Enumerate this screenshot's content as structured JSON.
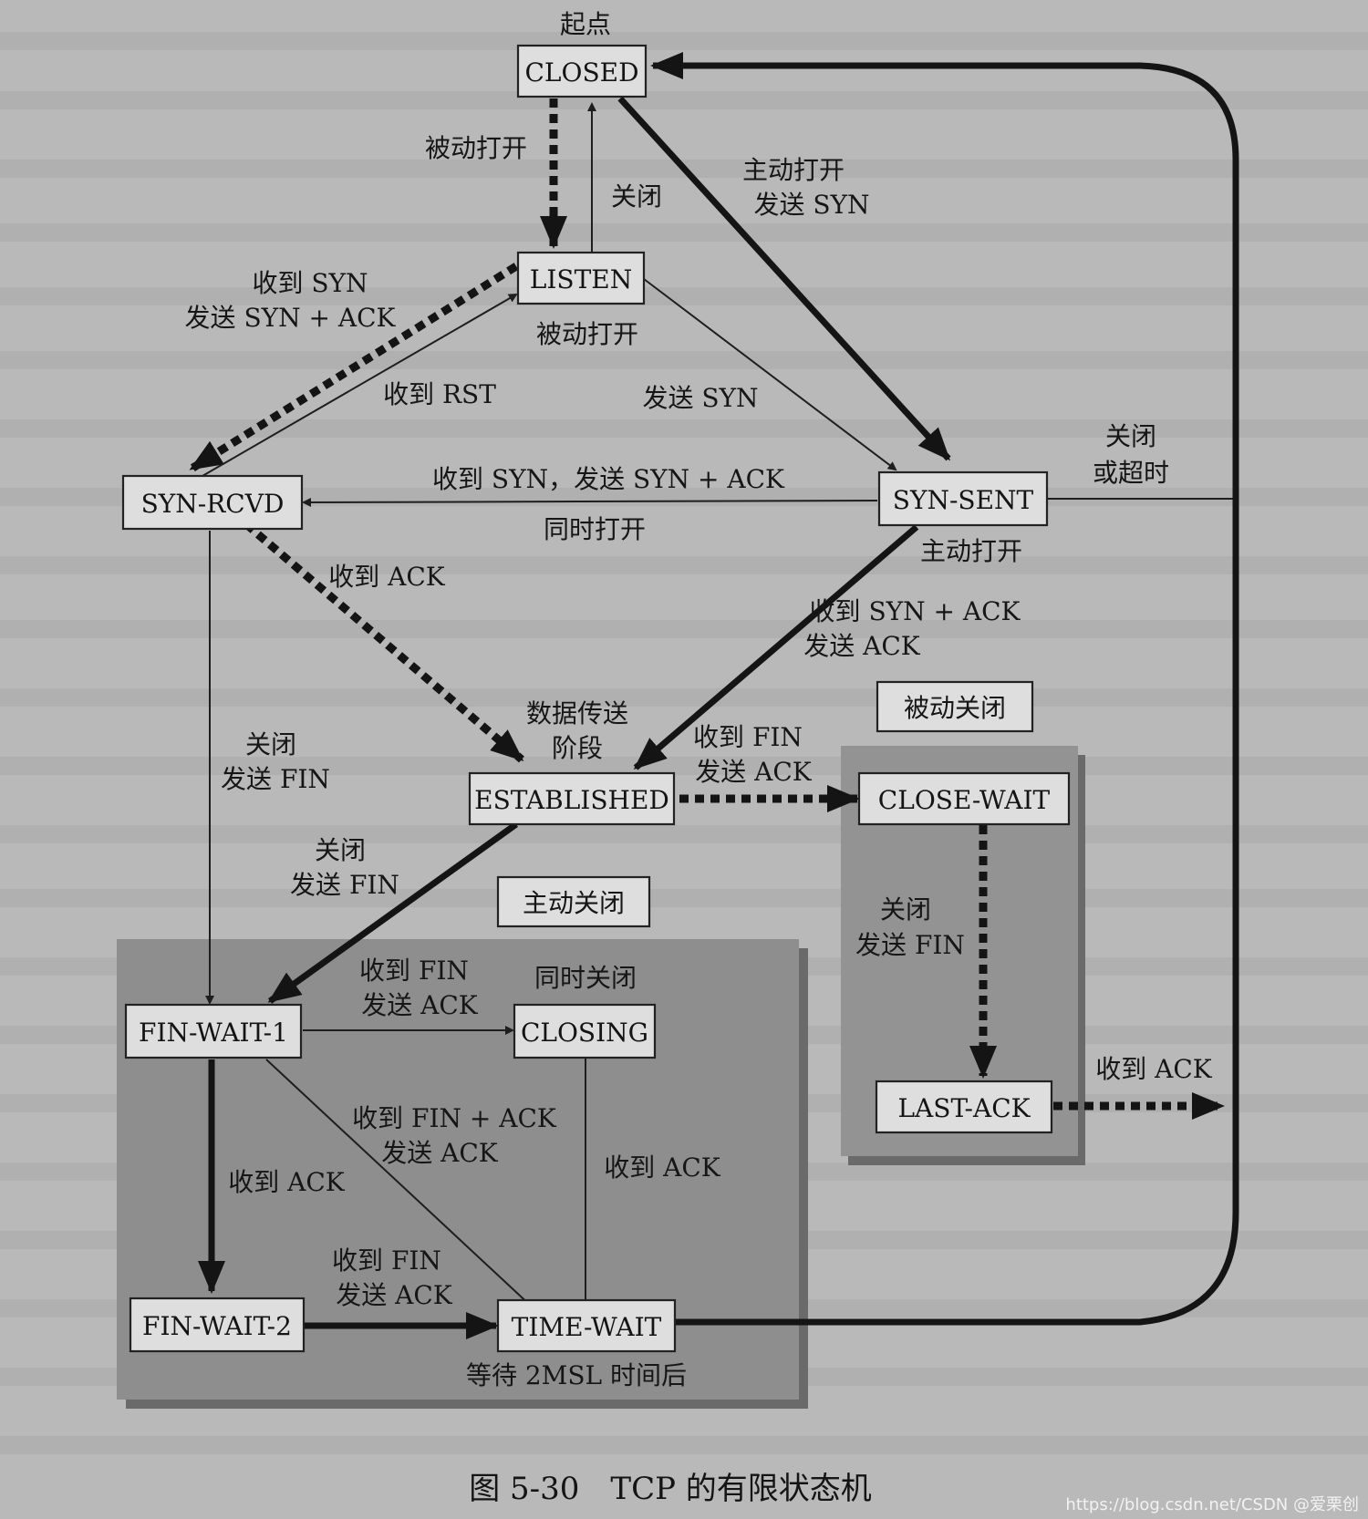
{
  "states": {
    "closed": "CLOSED",
    "listen": "LISTEN",
    "syn_rcvd": "SYN-RCVD",
    "syn_sent": "SYN-SENT",
    "established": "ESTABLISHED",
    "close_wait": "CLOSE-WAIT",
    "last_ack": "LAST-ACK",
    "fin_wait_1": "FIN-WAIT-1",
    "closing": "CLOSING",
    "fin_wait_2": "FIN-WAIT-2",
    "time_wait": "TIME-WAIT"
  },
  "region_labels": {
    "passive_close": "被动关闭",
    "active_close": "主动关闭"
  },
  "labels": {
    "start": "起点",
    "closed_listen_passive_open": "被动打开",
    "listen_closed_close": "关闭",
    "closed_synsent_1": "主动打开",
    "closed_synsent_2": "发送 SYN",
    "listen_synrcvd_1": "收到 SYN",
    "listen_synrcvd_2": "发送 SYN + ACK",
    "listen_passive_open": "被动打开",
    "synrcvd_rst": "收到 RST",
    "listen_synsent_send_syn": "发送 SYN",
    "synsent_closed_1": "关闭",
    "synsent_closed_2": "或超时",
    "simul_open_1": "收到 SYN，发送 SYN + ACK",
    "simul_open_2": "同时打开",
    "synsent_active_open": "主动打开",
    "synrcvd_est": "收到 ACK",
    "synsent_est_1": "收到 SYN + ACK",
    "synsent_est_2": "发送 ACK",
    "data_transfer_1": "数据传送",
    "data_transfer_2": "阶段",
    "est_closewait_1": "收到 FIN",
    "est_closewait_2": "发送 ACK",
    "synrcvd_fw1_1": "关闭",
    "synrcvd_fw1_2": "发送 FIN",
    "est_fw1_1": "关闭",
    "est_fw1_2": "发送 FIN",
    "closewait_lastack_1": "关闭",
    "closewait_lastack_2": "发送 FIN",
    "lastack_closed": "收到 ACK",
    "fw1_closing_1": "收到 FIN",
    "fw1_closing_2": "发送 ACK",
    "simul_close": "同时关闭",
    "fw1_tw_1": "收到 FIN + ACK",
    "fw1_tw_2": "发送 ACK",
    "fw1_fw2": "收到 ACK",
    "closing_tw": "收到 ACK",
    "fw2_tw_1": "收到 FIN",
    "fw2_tw_2": "发送 ACK",
    "tw_wait": "等待 2MSL 时间后"
  },
  "caption": "图 5-30　TCP 的有限状态机",
  "watermark": "https://blog.csdn.net/CSDN @爱栗创"
}
